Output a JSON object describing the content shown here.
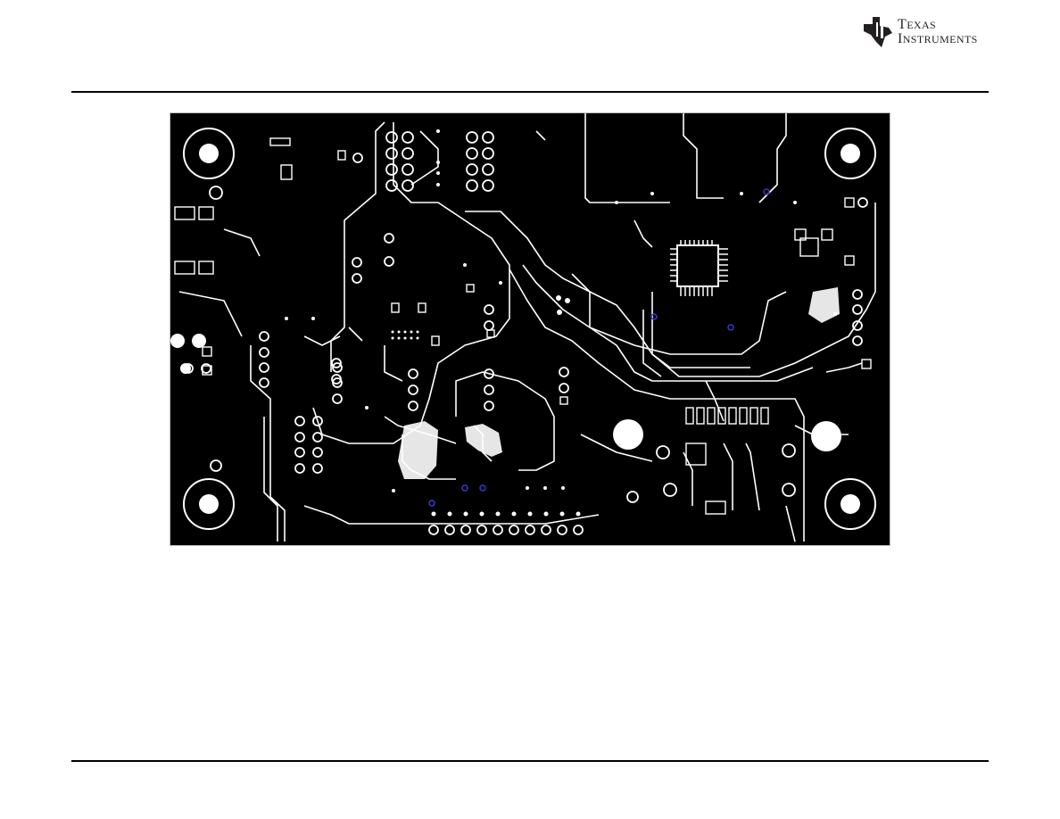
{
  "header": {
    "logo": {
      "name": "texas-instruments-logo",
      "line1": "Texas",
      "line2": "Instruments"
    }
  },
  "figure": {
    "kind": "pcb-layout-bottom-layer",
    "colors": {
      "board": "#000000",
      "copper_clearance": "#ffffff",
      "via_highlight": "#3b38c9",
      "rule": "#000000"
    }
  }
}
